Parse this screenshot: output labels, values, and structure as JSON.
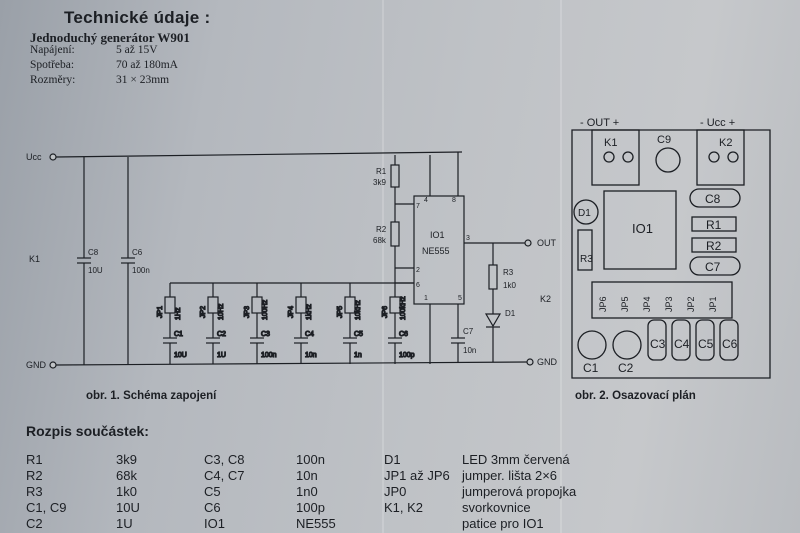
{
  "header": {
    "title": "Technické údaje :",
    "subtitle": "Jednoduchý generátor W901"
  },
  "specs": [
    {
      "label": "Napájení:",
      "value": "5 až 15V"
    },
    {
      "label": "Spotřeba:",
      "value": "70 až 180mA"
    },
    {
      "label": "Rozměry:",
      "value": "31 × 23mm"
    }
  ],
  "schematic": {
    "caption": "obr. 1. Schéma zapojení",
    "vcc": "Ucc",
    "gnd": "GND",
    "out": "OUT",
    "gnd_right": "GND",
    "k1": "K1",
    "k2": "K2",
    "ic": {
      "ref": "IO1",
      "type": "NE555"
    },
    "pins": [
      "4",
      "8",
      "7",
      "3",
      "2",
      "6",
      "1",
      "5"
    ],
    "r1": {
      "ref": "R1",
      "value": "3k9"
    },
    "r2": {
      "ref": "R2",
      "value": "68k"
    },
    "r3": {
      "ref": "R3",
      "value": "1k0"
    },
    "c7": {
      "ref": "C7",
      "value": "10n"
    },
    "c8": {
      "ref": "C8",
      "value": "10U"
    },
    "c9": {
      "ref": "C6",
      "value": "100n"
    },
    "d1": "D1",
    "jumpers": [
      {
        "ref": "JP1",
        "freq": "1Hz",
        "cap": "C1",
        "cval": "10U"
      },
      {
        "ref": "JP2",
        "freq": "10Hz",
        "cap": "C2",
        "cval": "1U"
      },
      {
        "ref": "JP3",
        "freq": "100Hz",
        "cap": "C3",
        "cval": "100n"
      },
      {
        "ref": "JP4",
        "freq": "1kHz",
        "cap": "C4",
        "cval": "10n"
      },
      {
        "ref": "JP5",
        "freq": "10kHz",
        "cap": "C5",
        "cval": "1n"
      },
      {
        "ref": "JP6",
        "freq": "100kHz",
        "cap": "C6",
        "cval": "100p"
      }
    ]
  },
  "layout_plan": {
    "caption": "obr. 2. Osazovací plán",
    "out_label": "- OUT +",
    "ucc_label": "- Ucc +",
    "k1": "K1",
    "c9": "C9",
    "k2": "K2",
    "d1": "D1",
    "r3": "R3",
    "io1": "IO1",
    "c8": "C8",
    "r1": "R1",
    "r2": "R2",
    "c7": "C7",
    "jumpers": [
      "JP6",
      "JP5",
      "JP4",
      "JP3",
      "JP2",
      "JP1"
    ],
    "c3": "C3",
    "c4": "C4",
    "c5": "C5",
    "c6": "C6",
    "c1": "C1",
    "c2": "C2"
  },
  "parts": {
    "title": "Rozpis součástek:",
    "rows": [
      [
        "R1",
        "3k9",
        "C3, C8",
        "100n",
        "D1",
        "LED 3mm červená"
      ],
      [
        "R2",
        "68k",
        "C4, C7",
        "10n",
        "JP1 až JP6",
        "jumper. lišta 2×6"
      ],
      [
        "R3",
        "1k0",
        "C5",
        "1n0",
        "JP0",
        "jumperová propojka"
      ],
      [
        "C1, C9",
        "10U",
        "C6",
        "100p",
        "K1, K2",
        "svorkovnice"
      ],
      [
        "C2",
        "1U",
        "IO1",
        "NE555",
        "",
        "patice pro IO1"
      ]
    ]
  }
}
